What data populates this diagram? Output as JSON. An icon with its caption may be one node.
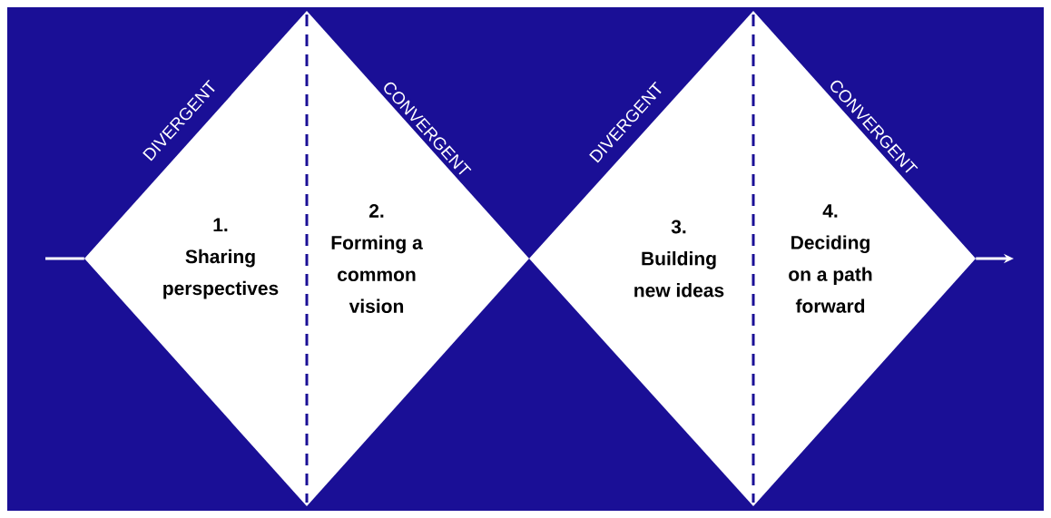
{
  "diagram": {
    "nodes": [
      {
        "text": [
          "1.",
          "Sharing perspectives"
        ],
        "beside": [
          "DIVERGENT"
        ]
      },
      {
        "text": [
          "2.",
          "Forming a common vision"
        ],
        "beside": [
          "CONVERGENT"
        ]
      },
      {
        "text": [
          "3.",
          "Building new ideas"
        ],
        "beside": [
          "DIVERGENT"
        ]
      },
      {
        "text": [
          "4.",
          "Deciding on a path forward"
        ],
        "beside": [
          "CONVERGENT"
        ]
      }
    ],
    "edges": [
      {
        "from": null,
        "to": 0,
        "arrow": "none"
      },
      {
        "from": 3,
        "to": null,
        "arrow": "to"
      }
    ]
  }
}
